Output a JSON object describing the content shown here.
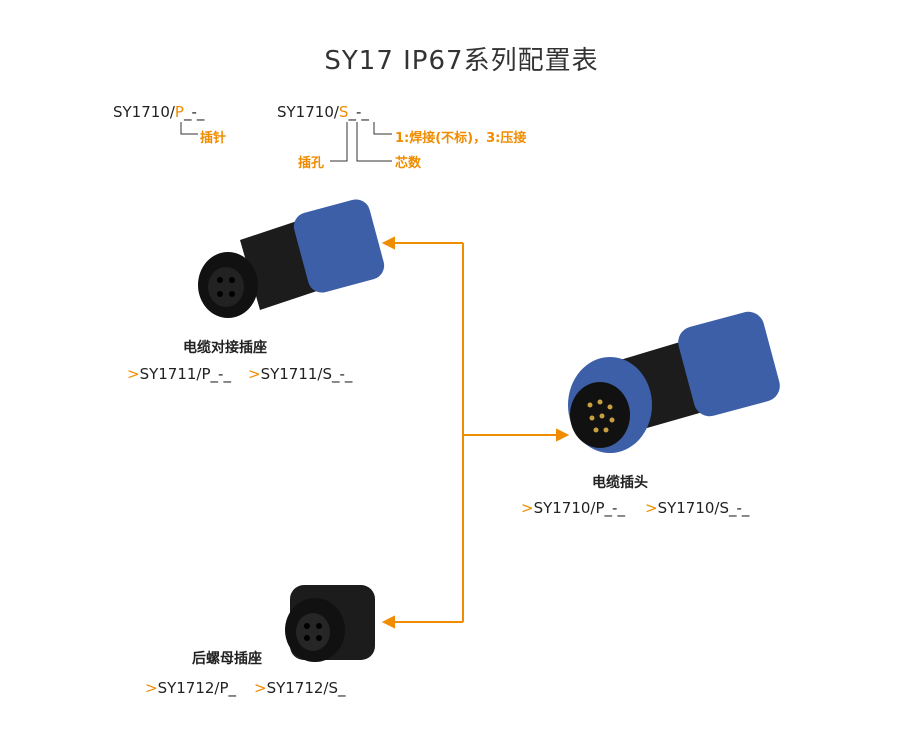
{
  "title": "SY17 IP67系列配置表",
  "legend": {
    "pin_code_prefix": "SY1710/",
    "pin_code_letter": "P",
    "pin_code_suffix": "_-_",
    "socket_code_prefix": "SY1710/",
    "socket_code_letter": "S",
    "socket_code_suffix": "_-_",
    "pin_note": "插针",
    "hole_note": "插孔",
    "cores_note": "芯数",
    "termination_note": "1:焊接(不标)，3:压接"
  },
  "products": [
    {
      "name": "电缆对接插座",
      "codes": [
        "SY1711/P_-_",
        "SY1711/S_-_"
      ]
    },
    {
      "name": "电缆插头",
      "codes": [
        "SY1710/P_-_",
        "SY1710/S_-_"
      ]
    },
    {
      "name": "后螺母插座",
      "codes": [
        "SY1712/P_",
        "SY1712/S_"
      ]
    }
  ],
  "code_marker": ">",
  "colors": {
    "accent": "#f08c00",
    "cap": "#3d5fa8",
    "body": "#1a1a1a"
  }
}
